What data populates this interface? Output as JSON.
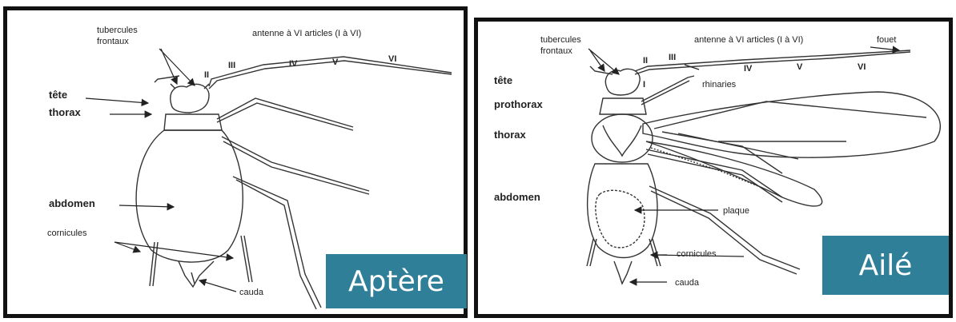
{
  "apterous": {
    "tubercules_line1": "tubercules",
    "tubercules_line2": "frontaux",
    "antenna_title": "antenne à VI articles (I à VI)",
    "seg_II": "II",
    "seg_III": "III",
    "seg_IV": "IV",
    "seg_V": "V",
    "seg_VI": "VI",
    "tete": "tête",
    "thorax": "thorax",
    "abdomen": "abdomen",
    "cornicules": "cornicules",
    "cauda": "cauda",
    "tag": "Aptère"
  },
  "winged": {
    "tubercules_line1": "tubercules",
    "tubercules_line2": "frontaux",
    "antenna_title": "antenne à VI articles (I à VI)",
    "fouet": "fouet",
    "seg_I": "I",
    "seg_II": "II",
    "seg_III": "III",
    "seg_IV": "IV",
    "seg_V": "V",
    "seg_VI": "VI",
    "rhinaries": "rhinaries",
    "tete": "tête",
    "prothorax": "prothorax",
    "thorax": "thorax",
    "abdomen": "abdomen",
    "plaque": "plaque",
    "cornicules": "cornicules",
    "cauda": "cauda",
    "tag": "Ailé"
  }
}
